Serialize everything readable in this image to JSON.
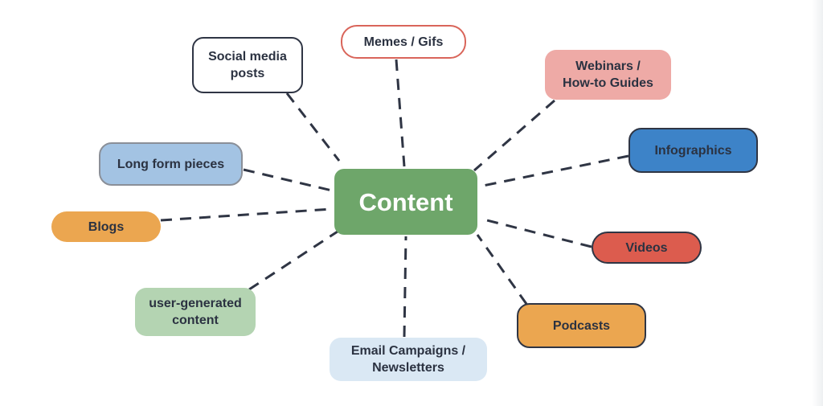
{
  "diagram": {
    "center": {
      "label": "Content",
      "color": "#6ea66a"
    },
    "nodes": [
      {
        "id": "social",
        "label": "Social media\nposts",
        "style": "outlined",
        "color": "#ffffff"
      },
      {
        "id": "memes",
        "label": "Memes / Gifs",
        "style": "outlined-red",
        "color": "#ffffff"
      },
      {
        "id": "webinars",
        "label": "Webinars /\nHow-to Guides",
        "style": "filled",
        "color": "#eeaaa6"
      },
      {
        "id": "infographics",
        "label": "Infographics",
        "style": "filled-outlined",
        "color": "#3d83c8"
      },
      {
        "id": "longform",
        "label": "Long form pieces",
        "style": "filled-outlined",
        "color": "#a3c3e3"
      },
      {
        "id": "blogs",
        "label": "Blogs",
        "style": "filled",
        "color": "#eba650"
      },
      {
        "id": "videos",
        "label": "Videos",
        "style": "filled-outlined",
        "color": "#dc5c4e"
      },
      {
        "id": "ugc",
        "label": "user-generated\ncontent",
        "style": "filled",
        "color": "#b4d4b2"
      },
      {
        "id": "podcasts",
        "label": "Podcasts",
        "style": "filled-outlined",
        "color": "#eba650"
      },
      {
        "id": "email",
        "label": "Email Campaigns /\nNewsletters",
        "style": "filled",
        "color": "#dae8f4"
      }
    ],
    "connector_style": "dashed",
    "connector_color": "#2f3544"
  }
}
